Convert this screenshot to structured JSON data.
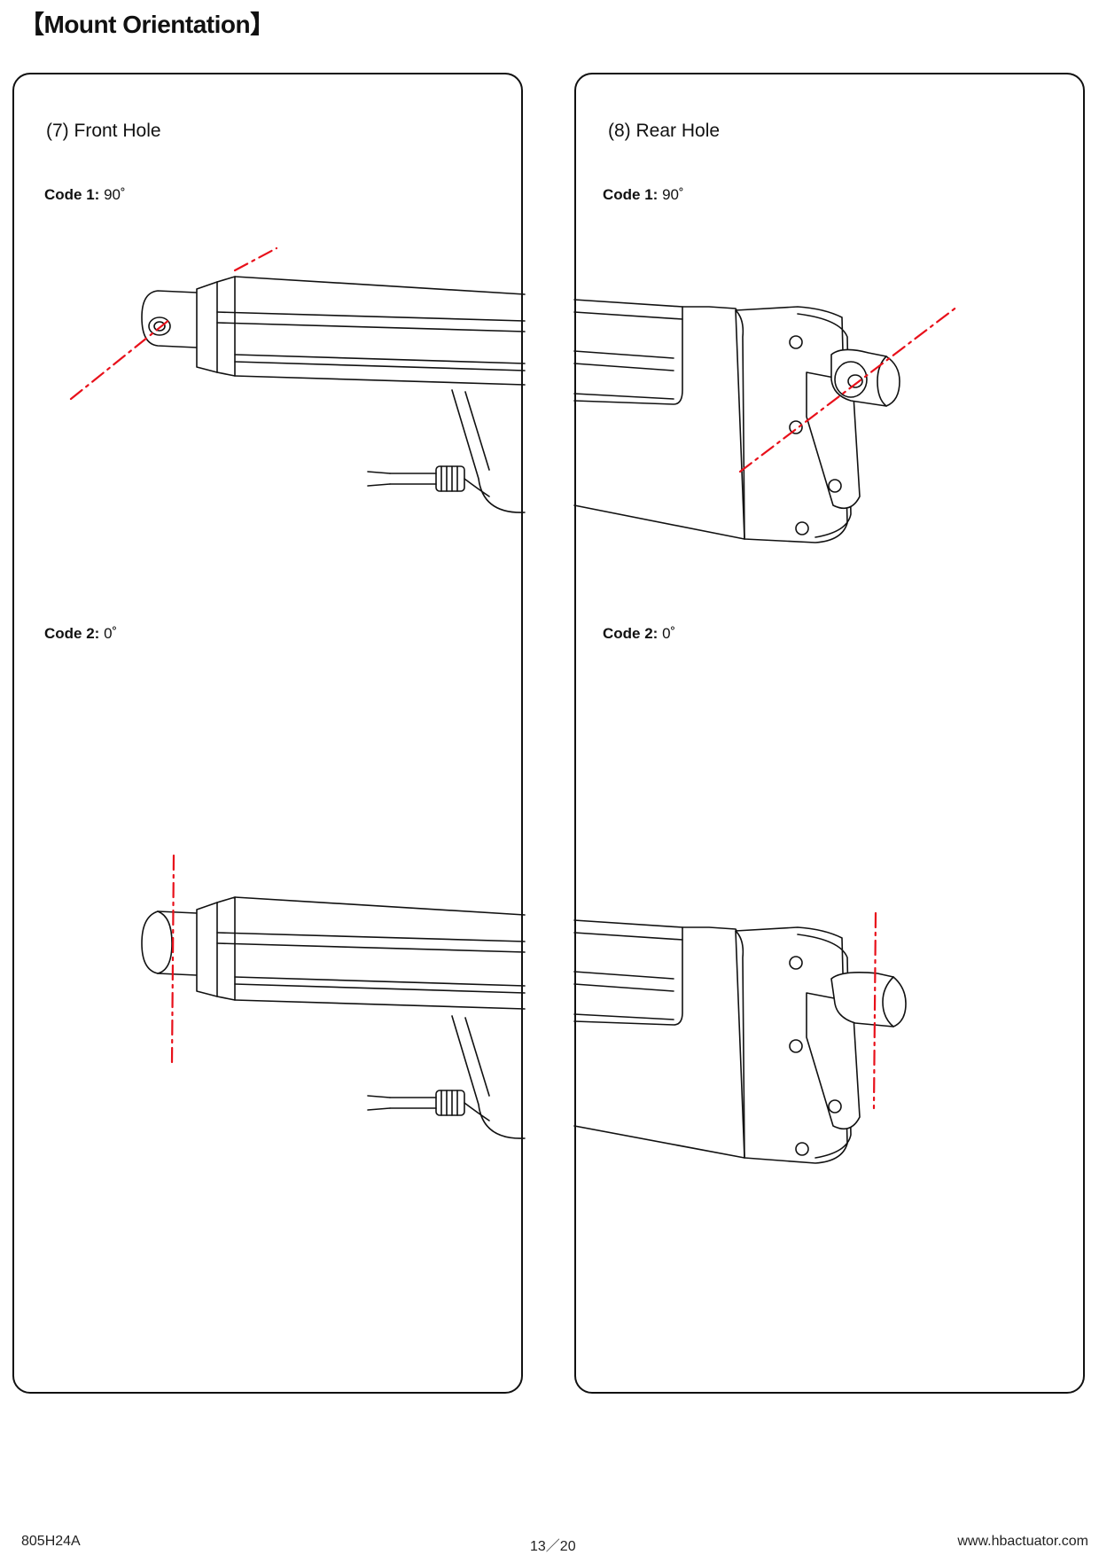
{
  "page": {
    "title": "【Mount Orientation】"
  },
  "left_panel": {
    "title": "(7) Front Hole",
    "code1": {
      "key": "Code 1:",
      "value": "90˚"
    },
    "code2": {
      "key": "Code 2:",
      "value": "0˚"
    }
  },
  "right_panel": {
    "title": "(8) Rear Hole",
    "code1": {
      "key": "Code 1:",
      "value": "90˚"
    },
    "code2": {
      "key": "Code 2:",
      "value": "0˚"
    }
  },
  "footer": {
    "model": "805H24A",
    "page_number": "13／20",
    "website": "www.hbactuator.com"
  },
  "colors": {
    "axis_line": "#e8101a",
    "outline": "#111111"
  }
}
